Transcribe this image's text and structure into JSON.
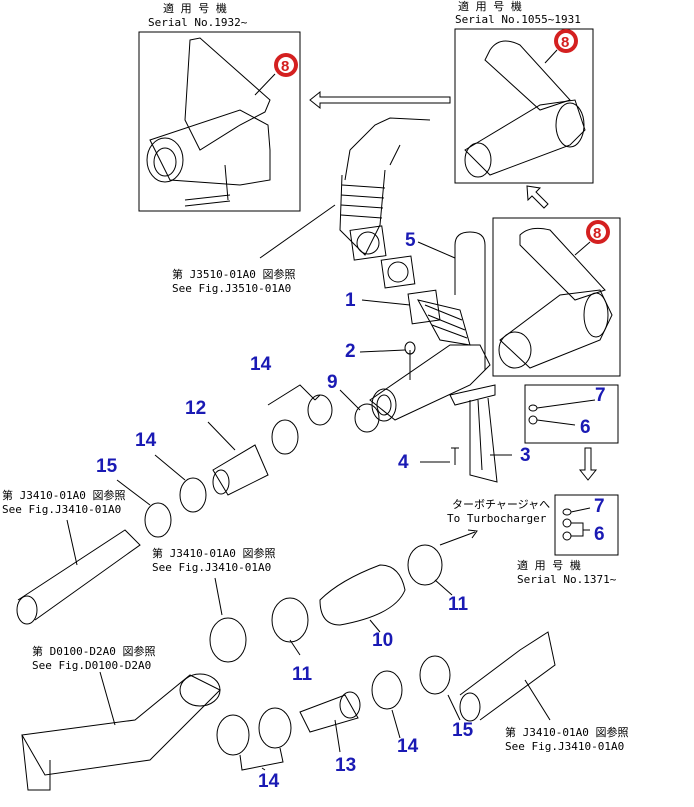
{
  "colors": {
    "callout_number": "#1a1ab4",
    "badge_red": "#d42020",
    "line": "#000000"
  },
  "serial_boxes": [
    {
      "jp": "適 用 号 機",
      "en": "Serial No.1932~",
      "badge": "8"
    },
    {
      "jp": "適 用 号 機",
      "en": "Serial No.1055~1931",
      "badge": "8"
    },
    {
      "badge": "8"
    },
    {
      "jp": "適 用 号 機",
      "en": "Serial No.1371~"
    }
  ],
  "references": [
    {
      "jp": "第 J3510-01A0 図参照",
      "en": "See Fig.J3510-01A0"
    },
    {
      "jp": "第 J3410-01A0 図参照",
      "en": "See Fig.J3410-01A0"
    },
    {
      "jp": "第 J3410-01A0 図参照",
      "en": "See Fig.J3410-01A0"
    },
    {
      "jp": "第 D0100-D2A0 図参照",
      "en": "See Fig.D0100-D2A0"
    },
    {
      "jp": "第 J3410-01A0 図参照",
      "en": "See Fig.J3410-01A0"
    }
  ],
  "turbo_note": {
    "jp": "ターボチャージャへ",
    "en": "To Turbocharger"
  },
  "callouts": {
    "c1": "1",
    "c2": "2",
    "c3": "3",
    "c4": "4",
    "c5": "5",
    "c6a": "6",
    "c7a": "7",
    "c6b": "6",
    "c7b": "7",
    "c9": "9",
    "c10": "10",
    "c11a": "11",
    "c11b": "11",
    "c12": "12",
    "c13": "13",
    "c14a": "14",
    "c14b": "14",
    "c14c": "14",
    "c14d": "14",
    "c15a": "15",
    "c15b": "15"
  }
}
